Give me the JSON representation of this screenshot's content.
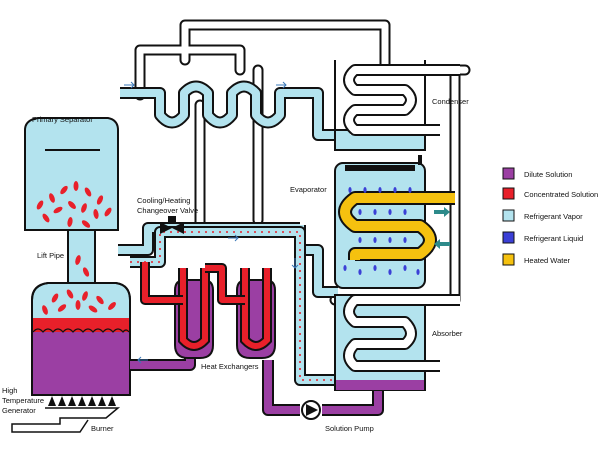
{
  "labels": {
    "primary_separator": "Primary Separator",
    "condenser": "Condenser",
    "evaporator": "Evaporator",
    "absorber": "Absorber",
    "lift_pipe": "Lift Pipe",
    "valve_line1": "Cooling/Heating",
    "valve_line2": "Changeover Valve",
    "heat_exchangers": "Heat Exchangers",
    "generator_line1": "High",
    "generator_line2": "Temperature",
    "generator_line3": "Generator",
    "burner": "Burner",
    "solution_pump": "Solution Pump"
  },
  "legend": [
    {
      "label": "Dilute Solution",
      "color": "#9b3fa3"
    },
    {
      "label": "Concentrated Solution",
      "color": "#e8202a"
    },
    {
      "label": "Refrigerant Vapor",
      "color": "#b3e3ee"
    },
    {
      "label": "Refrigerant Liquid",
      "color": "#3b3fd6"
    },
    {
      "label": "Heated Water",
      "color": "#f5c10f"
    }
  ],
  "colors": {
    "dilute": "#9b3fa3",
    "concentrated": "#e8202a",
    "vapor": "#b3e3ee",
    "liquid": "#3b3fd6",
    "heated_water": "#f5c10f",
    "arrow": "#3a78b8",
    "outline": "#111111"
  }
}
